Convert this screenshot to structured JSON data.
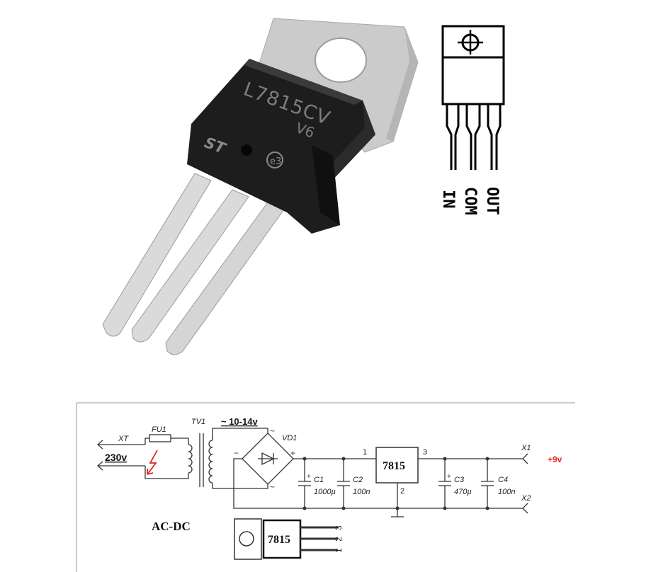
{
  "package_photo": {
    "marking_line1": "L7815CV",
    "marking_line2": "V6",
    "logo_text": "ST"
  },
  "pinout": {
    "pins": [
      "IN",
      "COM",
      "OUT"
    ]
  },
  "schematic": {
    "xt_label": "XT",
    "mains_label": "230v",
    "fuse_label": "FU1",
    "transformer_label": "TV1",
    "secondary_voltage": "~ 10-14v",
    "bridge_label": "VD1",
    "plus_sign": "+",
    "minus_sign": "−",
    "ac_tilde": "~",
    "c1_name": "C1",
    "c1_value": "1000µ",
    "c2_name": "C2",
    "c2_value": "100n",
    "c3_name": "C3",
    "c3_value": "470µ",
    "c4_name": "C4",
    "c4_value": "100n",
    "regulator_label": "7815",
    "pin_in": "1",
    "pin_out": "3",
    "pin_gnd": "2",
    "x1_label": "X1",
    "x2_label": "X2",
    "output_label": "+9v",
    "title": "AC-DC",
    "mini_package_label": "7815",
    "mini_pins": [
      "3",
      "2",
      "1"
    ]
  },
  "colors": {
    "package_body": "#1b1b1b",
    "tab_metal": "#cfcfcf",
    "lead_metal": "#d8d8d8",
    "fault_arrow": "#e3261b",
    "output_color": "#e3261b",
    "voltage_dash": "#2a8a2a"
  }
}
